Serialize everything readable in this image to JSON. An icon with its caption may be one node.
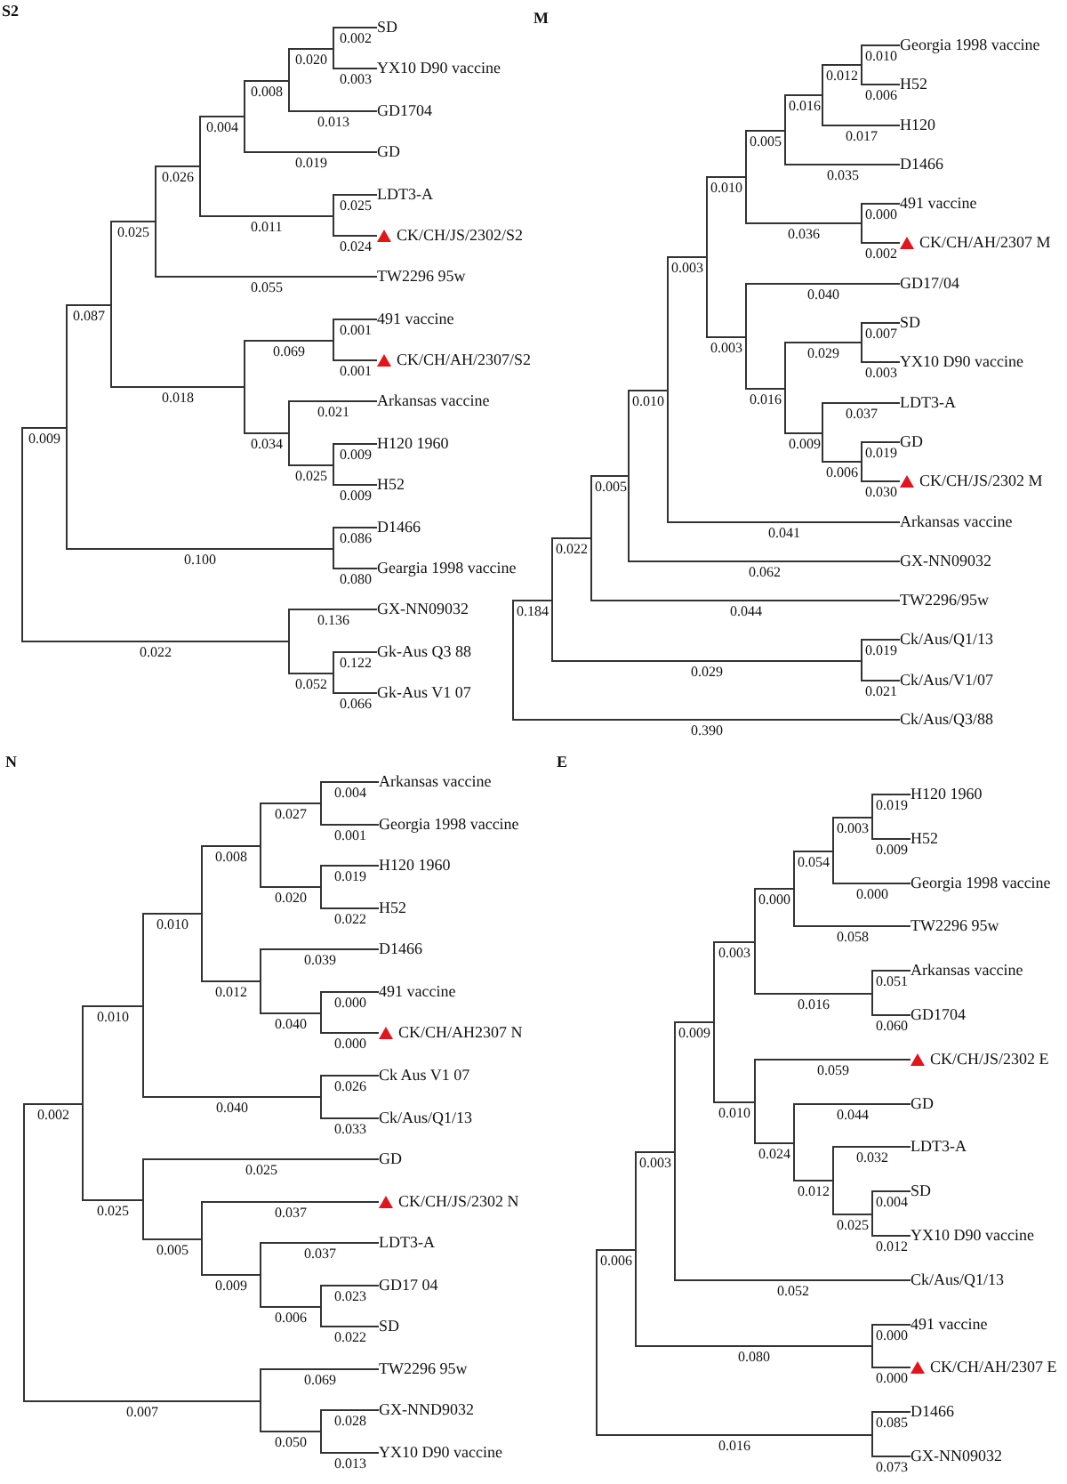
{
  "diagram": {
    "nodes": [
      {
        "text": [],
        "shape": "bar"
      },
      {
        "text": [],
        "shape": "bar"
      },
      {
        "text": [],
        "shape": "bar"
      },
      {
        "text": [],
        "shape": "bar"
      },
      {
        "text": [],
        "shape": "bar"
      },
      {
        "text": [],
        "shape": "bar"
      },
      {
        "text": [],
        "shape": "bar"
      },
      {
        "text": [],
        "shape": "bar"
      },
      {
        "text": [
          "SD"
        ]
      },
      {
        "text": [
          "YX10 D90 vaccine"
        ]
      },
      {
        "text": [
          "GD1704"
        ]
      },
      {
        "text": [
          "GD"
        ]
      },
      {
        "text": [],
        "shape": "bar"
      },
      {
        "text": [
          "LDT3-A"
        ]
      },
      {
        "text": [
          "CK/CH/JS/2302/S2"
        ]
      },
      {
        "text": [
          "TW2296 95w"
        ]
      },
      {
        "text": [],
        "shape": "bar"
      },
      {
        "text": [],
        "shape": "bar"
      },
      {
        "text": [
          "491 vaccine"
        ]
      },
      {
        "text": [
          "CK/CH/AH/2307/S2"
        ]
      },
      {
        "text": [],
        "shape": "bar"
      },
      {
        "text": [
          "Arkansas vaccine"
        ]
      },
      {
        "text": [],
        "shape": "bar"
      },
      {
        "text": [
          "H120 1960"
        ]
      },
      {
        "text": [
          "H52"
        ]
      },
      {
        "text": [],
        "shape": "bar"
      },
      {
        "text": [
          "D1466"
        ]
      },
      {
        "text": [
          "Geargia 1998 vaccine"
        ]
      },
      {
        "text": [],
        "shape": "bar"
      },
      {
        "text": [
          "GX-NN09032"
        ]
      },
      {
        "text": [],
        "shape": "bar"
      },
      {
        "text": [
          "Gk-Aus Q3 88"
        ]
      },
      {
        "text": [
          "Gk-Aus V1 07"
        ]
      },
      {
        "text": [],
        "shape": "bar"
      },
      {
        "text": [],
        "shape": "bar"
      },
      {
        "text": [],
        "shape": "bar"
      },
      {
        "text": [],
        "shape": "bar"
      },
      {
        "text": [],
        "shape": "bar"
      },
      {
        "text": [],
        "shape": "bar"
      },
      {
        "text": [],
        "shape": "bar"
      },
      {
        "text": [],
        "shape": "bar"
      },
      {
        "text": [],
        "shape": "bar"
      },
      {
        "text": [],
        "shape": "bar"
      },
      {
        "text": [
          "Georgia 1998 vaccine"
        ]
      },
      {
        "text": [
          "H52"
        ]
      },
      {
        "text": [
          "H120"
        ]
      },
      {
        "text": [
          "D1466"
        ]
      },
      {
        "text": [],
        "shape": "bar"
      },
      {
        "text": [
          "491 vaccine"
        ]
      },
      {
        "text": [
          "CK/CH/AH/2307 M"
        ]
      },
      {
        "text": [],
        "shape": "bar"
      },
      {
        "text": [
          "GD17/04"
        ]
      },
      {
        "text": [],
        "shape": "bar"
      },
      {
        "text": [],
        "shape": "bar"
      },
      {
        "text": [
          "SD"
        ]
      },
      {
        "text": [
          "YX10 D90 vaccine"
        ]
      },
      {
        "text": [],
        "shape": "bar"
      },
      {
        "text": [
          "LDT3-A"
        ]
      },
      {
        "text": [],
        "shape": "bar"
      },
      {
        "text": [
          "GD"
        ]
      },
      {
        "text": [
          "CK/CH/JS/2302 M"
        ]
      },
      {
        "text": [
          "Arkansas vaccine"
        ]
      },
      {
        "text": [
          "GX-NN09032"
        ]
      },
      {
        "text": [
          "TW2296/95w"
        ]
      },
      {
        "text": [],
        "shape": "bar"
      },
      {
        "text": [
          "Ck/Aus/Q1/13"
        ]
      },
      {
        "text": [
          "Ck/Aus/V1/07"
        ]
      },
      {
        "text": [
          "Ck/Aus/Q3/88"
        ]
      },
      {
        "text": [],
        "shape": "bar"
      },
      {
        "text": [],
        "shape": "bar"
      },
      {
        "text": [],
        "shape": "bar"
      },
      {
        "text": [],
        "shape": "bar"
      },
      {
        "text": [],
        "shape": "bar"
      },
      {
        "text": [],
        "shape": "bar"
      },
      {
        "text": [
          "Arkansas vaccine"
        ]
      },
      {
        "text": [
          "Georgia 1998 vaccine"
        ]
      },
      {
        "text": [],
        "shape": "bar"
      },
      {
        "text": [
          "H120 1960"
        ]
      },
      {
        "text": [
          "H52"
        ]
      },
      {
        "text": [],
        "shape": "bar"
      },
      {
        "text": [
          "D1466"
        ]
      },
      {
        "text": [],
        "shape": "bar"
      },
      {
        "text": [
          "491 vaccine"
        ]
      },
      {
        "text": [
          "CK/CH/AH2307 N"
        ]
      },
      {
        "text": [],
        "shape": "bar"
      },
      {
        "text": [
          "Ck Aus V1 07"
        ]
      },
      {
        "text": [
          "Ck/Aus/Q1/13"
        ]
      },
      {
        "text": [],
        "shape": "bar"
      },
      {
        "text": [
          "GD"
        ]
      },
      {
        "text": [],
        "shape": "bar"
      },
      {
        "text": [
          "CK/CH/JS/2302 N"
        ]
      },
      {
        "text": [],
        "shape": "bar"
      },
      {
        "text": [
          "LDT3-A"
        ]
      },
      {
        "text": [],
        "shape": "bar"
      },
      {
        "text": [
          "GD17 04"
        ]
      },
      {
        "text": [
          "SD"
        ]
      },
      {
        "text": [],
        "shape": "bar"
      },
      {
        "text": [
          "TW2296 95w"
        ]
      },
      {
        "text": [],
        "shape": "bar"
      },
      {
        "text": [
          "GX-NND9032"
        ]
      },
      {
        "text": [
          "YX10 D90 vaccine"
        ]
      },
      {
        "text": [],
        "shape": "bar"
      },
      {
        "text": [],
        "shape": "bar"
      },
      {
        "text": [],
        "shape": "bar"
      },
      {
        "text": [],
        "shape": "bar"
      },
      {
        "text": [],
        "shape": "bar"
      },
      {
        "text": [],
        "shape": "bar"
      },
      {
        "text": [],
        "shape": "bar"
      },
      {
        "text": [],
        "shape": "bar"
      },
      {
        "text": [
          "H120 1960"
        ]
      },
      {
        "text": [
          "H52"
        ]
      },
      {
        "text": [
          "Georgia 1998 vaccine"
        ]
      },
      {
        "text": [
          "TW2296 95w"
        ]
      },
      {
        "text": [],
        "shape": "bar"
      },
      {
        "text": [
          "Arkansas vaccine"
        ]
      },
      {
        "text": [
          "GD1704"
        ]
      },
      {
        "text": [],
        "shape": "bar"
      },
      {
        "text": [
          "CK/CH/JS/2302 E"
        ]
      },
      {
        "text": [],
        "shape": "bar"
      },
      {
        "text": [
          "GD"
        ]
      },
      {
        "text": [],
        "shape": "bar"
      },
      {
        "text": [
          "LDT3-A"
        ]
      },
      {
        "text": [],
        "shape": "bar"
      },
      {
        "text": [
          "SD"
        ]
      },
      {
        "text": [
          "YX10 D90 vaccine"
        ]
      },
      {
        "text": [
          "Ck/Aus/Q1/13"
        ]
      },
      {
        "text": [],
        "shape": "bar"
      },
      {
        "text": [
          "491 vaccine"
        ]
      },
      {
        "text": [
          "CK/CH/AH/2307 E"
        ]
      },
      {
        "text": [],
        "shape": "bar"
      },
      {
        "text": [
          "D1466"
        ]
      },
      {
        "text": [
          "GX-NN09032"
        ]
      }
    ],
    "edges": [
      {
        "from": 0,
        "to": 1,
        "arrow": "none",
        "label": "0.009"
      },
      {
        "from": 1,
        "to": 2,
        "arrow": "none",
        "label": "0.087"
      },
      {
        "from": 2,
        "to": 3,
        "arrow": "none",
        "label": "0.025"
      },
      {
        "from": 3,
        "to": 4,
        "arrow": "none",
        "label": "0.026"
      },
      {
        "from": 4,
        "to": 5,
        "arrow": "none",
        "label": "0.004"
      },
      {
        "from": 5,
        "to": 6,
        "arrow": "none",
        "label": "0.008"
      },
      {
        "from": 6,
        "to": 7,
        "arrow": "none",
        "label": "0.020"
      },
      {
        "from": 7,
        "to": 8,
        "arrow": "none",
        "label": "0.002"
      },
      {
        "from": 7,
        "to": 9,
        "arrow": "none",
        "label": "0.003"
      },
      {
        "from": 6,
        "to": 10,
        "arrow": "none",
        "label": "0.013"
      },
      {
        "from": 5,
        "to": 11,
        "arrow": "none",
        "label": "0.019"
      },
      {
        "from": 4,
        "to": 12,
        "arrow": "none",
        "label": "0.011"
      },
      {
        "from": 12,
        "to": 13,
        "arrow": "none",
        "label": "0.025"
      },
      {
        "from": 12,
        "to": 14,
        "arrow": "none",
        "label": "0.024"
      },
      {
        "from": 3,
        "to": 15,
        "arrow": "none",
        "label": "0.055"
      },
      {
        "from": 2,
        "to": 16,
        "arrow": "none",
        "label": "0.018"
      },
      {
        "from": 16,
        "to": 17,
        "arrow": "none",
        "label": "0.069"
      },
      {
        "from": 17,
        "to": 18,
        "arrow": "none",
        "label": "0.001"
      },
      {
        "from": 17,
        "to": 19,
        "arrow": "none",
        "label": "0.001"
      },
      {
        "from": 16,
        "to": 20,
        "arrow": "none",
        "label": "0.034"
      },
      {
        "from": 20,
        "to": 21,
        "arrow": "none",
        "label": "0.021"
      },
      {
        "from": 20,
        "to": 22,
        "arrow": "none",
        "label": "0.025"
      },
      {
        "from": 22,
        "to": 23,
        "arrow": "none",
        "label": "0.009"
      },
      {
        "from": 22,
        "to": 24,
        "arrow": "none",
        "label": "0.009"
      },
      {
        "from": 1,
        "to": 25,
        "arrow": "none",
        "label": "0.100"
      },
      {
        "from": 25,
        "to": 26,
        "arrow": "none",
        "label": "0.086"
      },
      {
        "from": 25,
        "to": 27,
        "arrow": "none",
        "label": "0.080"
      },
      {
        "from": 0,
        "to": 28,
        "arrow": "none",
        "label": "0.022"
      },
      {
        "from": 28,
        "to": 29,
        "arrow": "none",
        "label": "0.136"
      },
      {
        "from": 28,
        "to": 30,
        "arrow": "none",
        "label": "0.052"
      },
      {
        "from": 30,
        "to": 31,
        "arrow": "none",
        "label": "0.122"
      },
      {
        "from": 30,
        "to": 32,
        "arrow": "none",
        "label": "0.066"
      },
      {
        "from": 33,
        "to": 34,
        "arrow": "none",
        "label": "0.184"
      },
      {
        "from": 34,
        "to": 35,
        "arrow": "none",
        "label": "0.022"
      },
      {
        "from": 35,
        "to": 36,
        "arrow": "none",
        "label": "0.005"
      },
      {
        "from": 36,
        "to": 37,
        "arrow": "none",
        "label": "0.010"
      },
      {
        "from": 37,
        "to": 38,
        "arrow": "none",
        "label": "0.003"
      },
      {
        "from": 38,
        "to": 39,
        "arrow": "none",
        "label": "0.010"
      },
      {
        "from": 39,
        "to": 40,
        "arrow": "none",
        "label": "0.005"
      },
      {
        "from": 40,
        "to": 41,
        "arrow": "none",
        "label": "0.016"
      },
      {
        "from": 41,
        "to": 42,
        "arrow": "none",
        "label": "0.012"
      },
      {
        "from": 42,
        "to": 43,
        "arrow": "none",
        "label": "0.010"
      },
      {
        "from": 42,
        "to": 44,
        "arrow": "none",
        "label": "0.006"
      },
      {
        "from": 41,
        "to": 45,
        "arrow": "none",
        "label": "0.017"
      },
      {
        "from": 40,
        "to": 46,
        "arrow": "none",
        "label": "0.035"
      },
      {
        "from": 39,
        "to": 47,
        "arrow": "none",
        "label": "0.036"
      },
      {
        "from": 47,
        "to": 48,
        "arrow": "none",
        "label": "0.000"
      },
      {
        "from": 47,
        "to": 49,
        "arrow": "none",
        "label": "0.002"
      },
      {
        "from": 38,
        "to": 50,
        "arrow": "none",
        "label": "0.003"
      },
      {
        "from": 50,
        "to": 51,
        "arrow": "none",
        "label": "0.040"
      },
      {
        "from": 50,
        "to": 52,
        "arrow": "none",
        "label": "0.016"
      },
      {
        "from": 52,
        "to": 53,
        "arrow": "none",
        "label": "0.029"
      },
      {
        "from": 53,
        "to": 54,
        "arrow": "none",
        "label": "0.007"
      },
      {
        "from": 53,
        "to": 55,
        "arrow": "none",
        "label": "0.003"
      },
      {
        "from": 52,
        "to": 56,
        "arrow": "none",
        "label": "0.009"
      },
      {
        "from": 56,
        "to": 57,
        "arrow": "none",
        "label": "0.037"
      },
      {
        "from": 56,
        "to": 58,
        "arrow": "none",
        "label": "0.006"
      },
      {
        "from": 58,
        "to": 59,
        "arrow": "none",
        "label": "0.019"
      },
      {
        "from": 58,
        "to": 60,
        "arrow": "none",
        "label": "0.030"
      },
      {
        "from": 37,
        "to": 61,
        "arrow": "none",
        "label": "0.041"
      },
      {
        "from": 36,
        "to": 62,
        "arrow": "none",
        "label": "0.062"
      },
      {
        "from": 35,
        "to": 63,
        "arrow": "none",
        "label": "0.044"
      },
      {
        "from": 34,
        "to": 64,
        "arrow": "none",
        "label": "0.029"
      },
      {
        "from": 64,
        "to": 65,
        "arrow": "none",
        "label": "0.019"
      },
      {
        "from": 64,
        "to": 66,
        "arrow": "none",
        "label": "0.021"
      },
      {
        "from": 33,
        "to": 67,
        "arrow": "none",
        "label": "0.390"
      },
      {
        "from": 68,
        "to": 69,
        "arrow": "none",
        "label": "0.002"
      },
      {
        "from": 69,
        "to": 70,
        "arrow": "none",
        "label": "0.010"
      },
      {
        "from": 70,
        "to": 71,
        "arrow": "none",
        "label": "0.010"
      },
      {
        "from": 71,
        "to": 72,
        "arrow": "none",
        "label": "0.008"
      },
      {
        "from": 72,
        "to": 73,
        "arrow": "none",
        "label": "0.027"
      },
      {
        "from": 73,
        "to": 74,
        "arrow": "none",
        "label": "0.004"
      },
      {
        "from": 73,
        "to": 75,
        "arrow": "none",
        "label": "0.001"
      },
      {
        "from": 72,
        "to": 76,
        "arrow": "none",
        "label": "0.020"
      },
      {
        "from": 76,
        "to": 77,
        "arrow": "none",
        "label": "0.019"
      },
      {
        "from": 76,
        "to": 78,
        "arrow": "none",
        "label": "0.022"
      },
      {
        "from": 71,
        "to": 79,
        "arrow": "none",
        "label": "0.012"
      },
      {
        "from": 79,
        "to": 80,
        "arrow": "none",
        "label": "0.039"
      },
      {
        "from": 79,
        "to": 81,
        "arrow": "none",
        "label": "0.040"
      },
      {
        "from": 81,
        "to": 82,
        "arrow": "none",
        "label": "0.000"
      },
      {
        "from": 81,
        "to": 83,
        "arrow": "none",
        "label": "0.000"
      },
      {
        "from": 70,
        "to": 84,
        "arrow": "none",
        "label": "0.040"
      },
      {
        "from": 84,
        "to": 85,
        "arrow": "none",
        "label": "0.026"
      },
      {
        "from": 84,
        "to": 86,
        "arrow": "none",
        "label": "0.033"
      },
      {
        "from": 69,
        "to": 87,
        "arrow": "none",
        "label": "0.025"
      },
      {
        "from": 87,
        "to": 88,
        "arrow": "none",
        "label": "0.025"
      },
      {
        "from": 87,
        "to": 89,
        "arrow": "none",
        "label": "0.005"
      },
      {
        "from": 89,
        "to": 90,
        "arrow": "none",
        "label": "0.037"
      },
      {
        "from": 89,
        "to": 91,
        "arrow": "none",
        "label": "0.009"
      },
      {
        "from": 91,
        "to": 92,
        "arrow": "none",
        "label": "0.037"
      },
      {
        "from": 91,
        "to": 93,
        "arrow": "none",
        "label": "0.006"
      },
      {
        "from": 93,
        "to": 94,
        "arrow": "none",
        "label": "0.023"
      },
      {
        "from": 93,
        "to": 95,
        "arrow": "none",
        "label": "0.022"
      },
      {
        "from": 68,
        "to": 96,
        "arrow": "none",
        "label": "0.007"
      },
      {
        "from": 96,
        "to": 97,
        "arrow": "none",
        "label": "0.069"
      },
      {
        "from": 96,
        "to": 98,
        "arrow": "none",
        "label": "0.050"
      },
      {
        "from": 98,
        "to": 99,
        "arrow": "none",
        "label": "0.028"
      },
      {
        "from": 98,
        "to": 100,
        "arrow": "none",
        "label": "0.013"
      },
      {
        "from": 101,
        "to": 102,
        "arrow": "none",
        "label": "0.006"
      },
      {
        "from": 102,
        "to": 103,
        "arrow": "none",
        "label": "0.003"
      },
      {
        "from": 103,
        "to": 104,
        "arrow": "none",
        "label": "0.009"
      },
      {
        "from": 104,
        "to": 105,
        "arrow": "none",
        "label": "0.003"
      },
      {
        "from": 105,
        "to": 106,
        "arrow": "none",
        "label": "0.000"
      },
      {
        "from": 106,
        "to": 107,
        "arrow": "none",
        "label": "0.054"
      },
      {
        "from": 107,
        "to": 108,
        "arrow": "none",
        "label": "0.003"
      },
      {
        "from": 108,
        "to": 109,
        "arrow": "none",
        "label": "0.019"
      },
      {
        "from": 108,
        "to": 110,
        "arrow": "none",
        "label": "0.009"
      },
      {
        "from": 107,
        "to": 111,
        "arrow": "none",
        "label": "0.000"
      },
      {
        "from": 106,
        "to": 112,
        "arrow": "none",
        "label": "0.058"
      },
      {
        "from": 105,
        "to": 113,
        "arrow": "none",
        "label": "0.016"
      },
      {
        "from": 113,
        "to": 114,
        "arrow": "none",
        "label": "0.051"
      },
      {
        "from": 113,
        "to": 115,
        "arrow": "none",
        "label": "0.060"
      },
      {
        "from": 104,
        "to": 116,
        "arrow": "none",
        "label": "0.010"
      },
      {
        "from": 116,
        "to": 117,
        "arrow": "none",
        "label": "0.059"
      },
      {
        "from": 116,
        "to": 118,
        "arrow": "none",
        "label": "0.024"
      },
      {
        "from": 118,
        "to": 119,
        "arrow": "none",
        "label": "0.044"
      },
      {
        "from": 118,
        "to": 120,
        "arrow": "none",
        "label": "0.012"
      },
      {
        "from": 120,
        "to": 121,
        "arrow": "none",
        "label": "0.032"
      },
      {
        "from": 120,
        "to": 122,
        "arrow": "none",
        "label": "0.025"
      },
      {
        "from": 122,
        "to": 123,
        "arrow": "none",
        "label": "0.004"
      },
      {
        "from": 122,
        "to": 124,
        "arrow": "none",
        "label": "0.012"
      },
      {
        "from": 103,
        "to": 125,
        "arrow": "none",
        "label": "0.052"
      },
      {
        "from": 102,
        "to": 126,
        "arrow": "none",
        "label": "0.080"
      },
      {
        "from": 126,
        "to": 127,
        "arrow": "none",
        "label": "0.000"
      },
      {
        "from": 126,
        "to": 128,
        "arrow": "none",
        "label": "0.000"
      },
      {
        "from": 101,
        "to": 129,
        "arrow": "none",
        "label": "0.016"
      },
      {
        "from": 129,
        "to": 130,
        "arrow": "none",
        "label": "0.085"
      },
      {
        "from": 129,
        "to": 131,
        "arrow": "none",
        "label": "0.073"
      }
    ],
    "labels": [
      "S2",
      "M",
      "N",
      "E"
    ]
  }
}
